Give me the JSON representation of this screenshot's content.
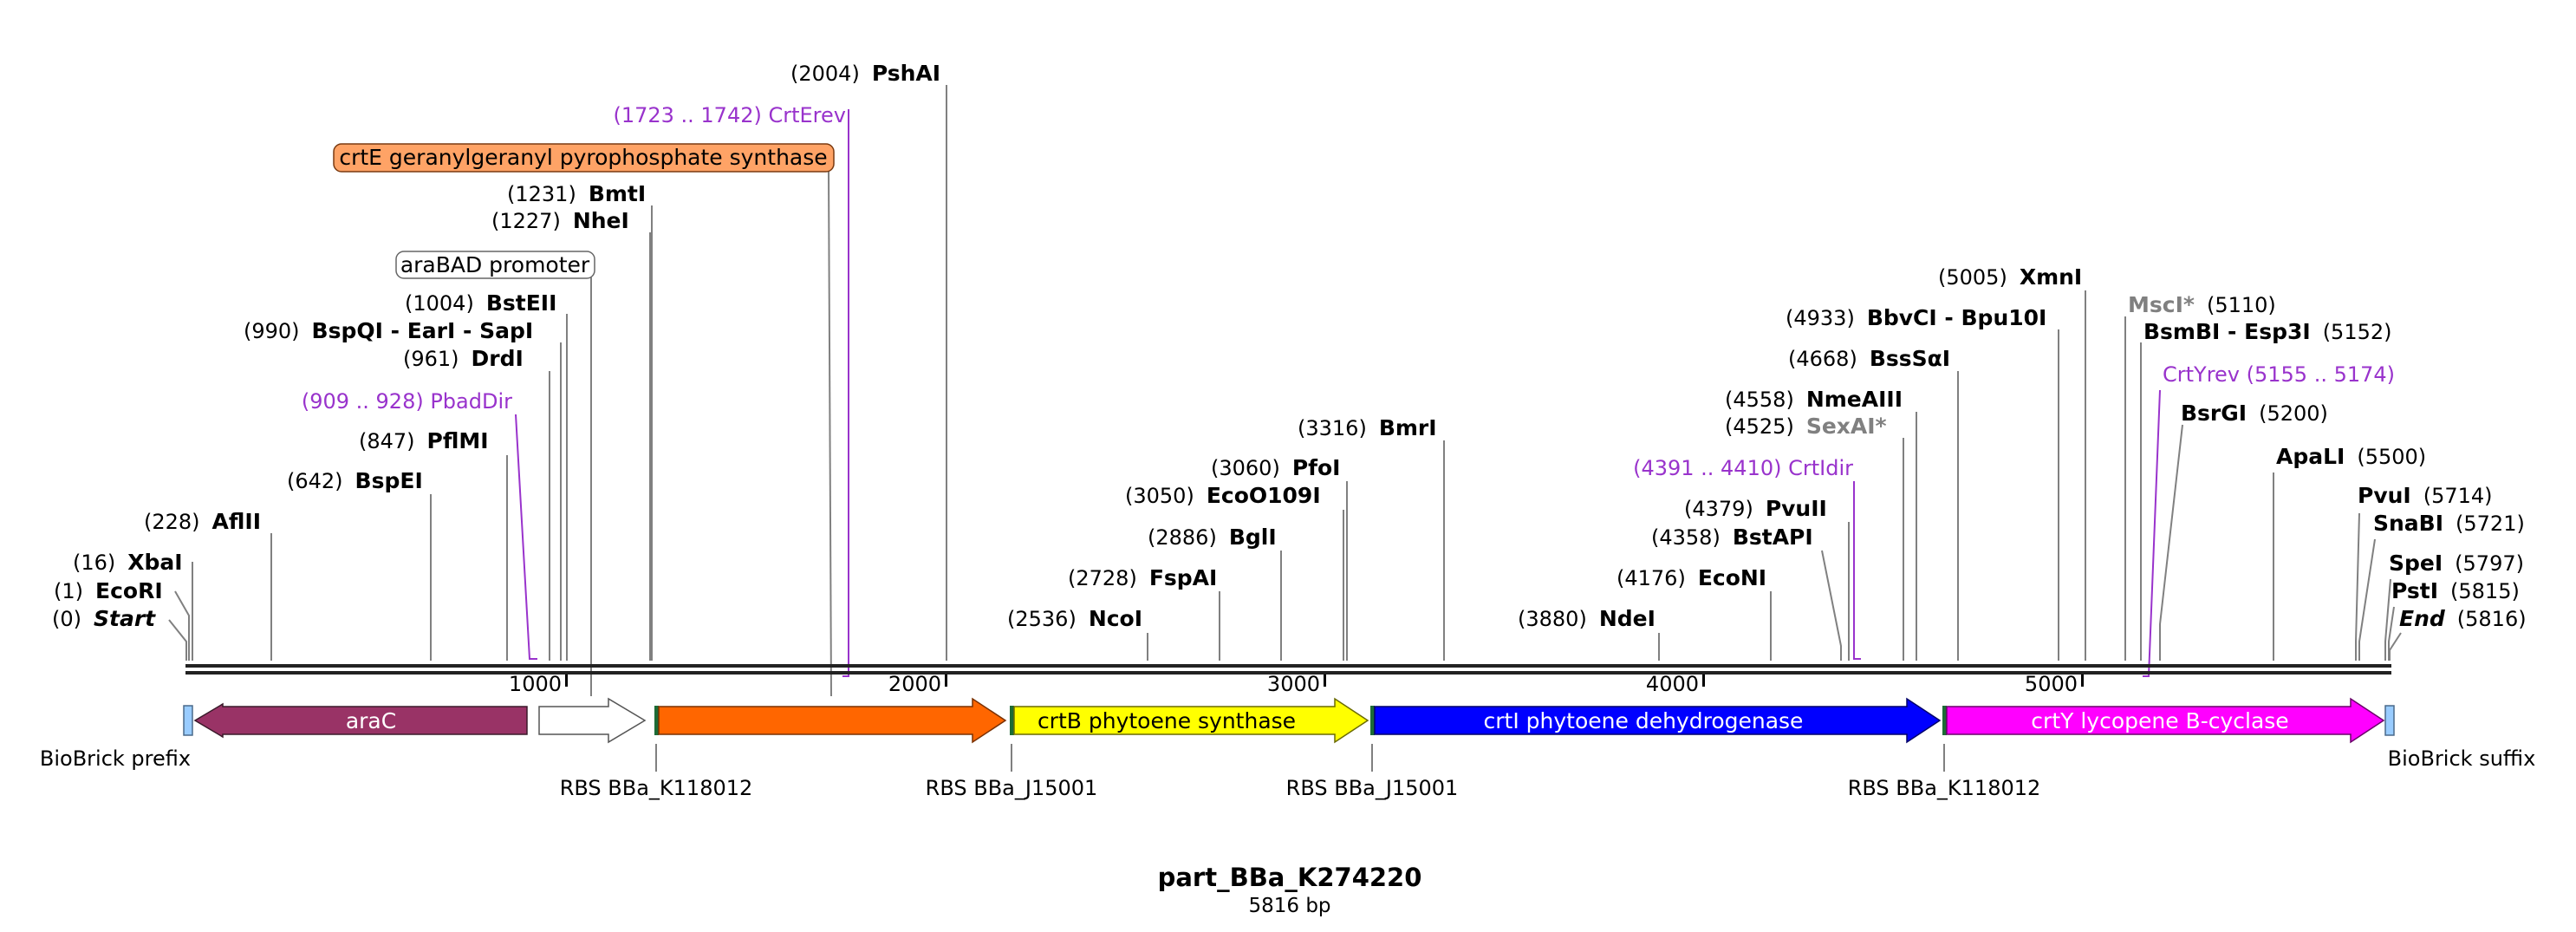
{
  "title": "part_BBa_K274220",
  "subtitle": "5816 bp",
  "sequence_length": 5816,
  "colors": {
    "backbone": "#222222",
    "primer": "#9933cc",
    "araC": "#993366",
    "rbs": "#1d6b36",
    "crtE": "#ff6600",
    "crtB": "#ffff00",
    "crtI": "#0000ff",
    "crtY": "#ff00ff",
    "biobrick": "#99ccff",
    "callout_fill": "#ffa366"
  },
  "ticks": [
    {
      "pos": 1000,
      "label": "1000"
    },
    {
      "pos": 2000,
      "label": "2000"
    },
    {
      "pos": 3000,
      "label": "3000"
    },
    {
      "pos": 4000,
      "label": "4000"
    },
    {
      "pos": 5000,
      "label": "5000"
    }
  ],
  "sites": [
    {
      "name": "Start",
      "pos": "(0)",
      "style": "italic"
    },
    {
      "name": "EcoRI",
      "pos": "(1)"
    },
    {
      "name": "XbaI",
      "pos": "(16)"
    },
    {
      "name": "AflII",
      "pos": "(228)"
    },
    {
      "name": "BspEI",
      "pos": "(642)"
    },
    {
      "name": "PflMI",
      "pos": "(847)"
    },
    {
      "name": "DrdI",
      "pos": "(961)"
    },
    {
      "name": "BspQI - EarI - SapI",
      "pos": "(990)"
    },
    {
      "name": "BstEII",
      "pos": "(1004)"
    },
    {
      "name": "NheI",
      "pos": "(1227)"
    },
    {
      "name": "BmtI",
      "pos": "(1231)"
    },
    {
      "name": "PshAI",
      "pos": "(2004)"
    },
    {
      "name": "NcoI",
      "pos": "(2536)"
    },
    {
      "name": "FspAI",
      "pos": "(2728)"
    },
    {
      "name": "BglI",
      "pos": "(2886)"
    },
    {
      "name": "EcoO109I",
      "pos": "(3050)"
    },
    {
      "name": "PfoI",
      "pos": "(3060)"
    },
    {
      "name": "BmrI",
      "pos": "(3316)"
    },
    {
      "name": "NdeI",
      "pos": "(3880)"
    },
    {
      "name": "EcoNI",
      "pos": "(4176)"
    },
    {
      "name": "BstAPI",
      "pos": "(4358)"
    },
    {
      "name": "PvuII",
      "pos": "(4379)"
    },
    {
      "name": "SexAI*",
      "pos": "(4525)",
      "style": "grey"
    },
    {
      "name": "NmeAIII",
      "pos": "(4558)"
    },
    {
      "name": "BssSαI",
      "pos": "(4668)"
    },
    {
      "name": "BbvCI - Bpu10I",
      "pos": "(4933)"
    },
    {
      "name": "XmnI",
      "pos": "(5005)"
    },
    {
      "name": "MscI*",
      "pos": "(5110)",
      "style": "grey"
    },
    {
      "name": "BsmBI - Esp3I",
      "pos": "(5152)"
    },
    {
      "name": "BsrGI",
      "pos": "(5200)"
    },
    {
      "name": "ApaLI",
      "pos": "(5500)"
    },
    {
      "name": "PvuI",
      "pos": "(5714)"
    },
    {
      "name": "SnaBI",
      "pos": "(5721)"
    },
    {
      "name": "SpeI",
      "pos": "(5797)"
    },
    {
      "name": "PstI",
      "pos": "(5815)"
    },
    {
      "name": "End",
      "pos": "(5816)",
      "style": "italic"
    }
  ],
  "primers": [
    {
      "label": "(909 .. 928)  PbadDir"
    },
    {
      "label": "(1723 .. 1742)  CrtErev"
    },
    {
      "label": "(4391 .. 4410)  CrtIdir"
    },
    {
      "label": "CrtYrev  (5155 .. 5174)"
    }
  ],
  "features": [
    {
      "name": "araC",
      "label": "araC"
    },
    {
      "name": "crtB",
      "label": "crtB phytoene synthase"
    },
    {
      "name": "crtI",
      "label": "crtI phytoene dehydrogenase"
    },
    {
      "name": "crtY",
      "label": "crtY lycopene B-cyclase"
    }
  ],
  "callouts": [
    {
      "name": "crtE",
      "label": "crtE geranylgeranyl pyrophosphate synthase"
    },
    {
      "name": "araBAD",
      "label": "araBAD promoter"
    }
  ],
  "bottom_labels": [
    {
      "name": "biobrick-prefix",
      "label": "BioBrick prefix"
    },
    {
      "name": "rbs-1",
      "label": "RBS BBa_K118012"
    },
    {
      "name": "rbs-2",
      "label": "RBS BBa_J15001"
    },
    {
      "name": "rbs-3",
      "label": "RBS BBa_J15001"
    },
    {
      "name": "rbs-4",
      "label": "RBS BBa_K118012"
    },
    {
      "name": "biobrick-suffix",
      "label": "BioBrick suffix"
    }
  ]
}
